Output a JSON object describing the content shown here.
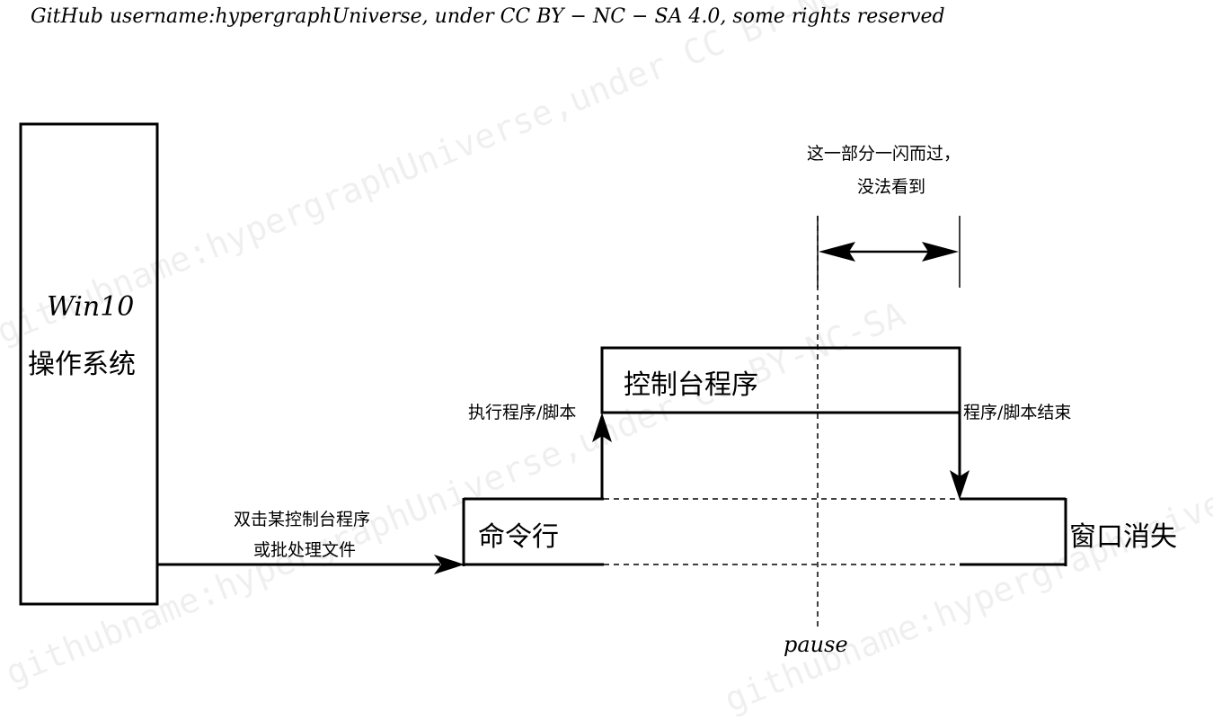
{
  "header": {
    "text": "GitHub username:hypergraphUniverse, under CC BY − NC − SA 4.0, some rights reserved"
  },
  "watermark": {
    "text": "githubname:hypergraphUniverse,under CC BY-NC-SA"
  },
  "diagram": {
    "os_box": {
      "line1": "Win10",
      "line2": "操作系统"
    },
    "double_click_label": {
      "line1": "双击某控制台程序",
      "line2": "或批处理文件"
    },
    "command_line_label": "命令行",
    "console_program_label": "控制台程序",
    "exec_label": "执行程序/脚本",
    "end_label": "程序/脚本结束",
    "window_gone_label": "窗口消失",
    "flash_note": {
      "line1": "这一部分一闪而过，",
      "line2": "没法看到"
    },
    "pause_label": "pause"
  }
}
